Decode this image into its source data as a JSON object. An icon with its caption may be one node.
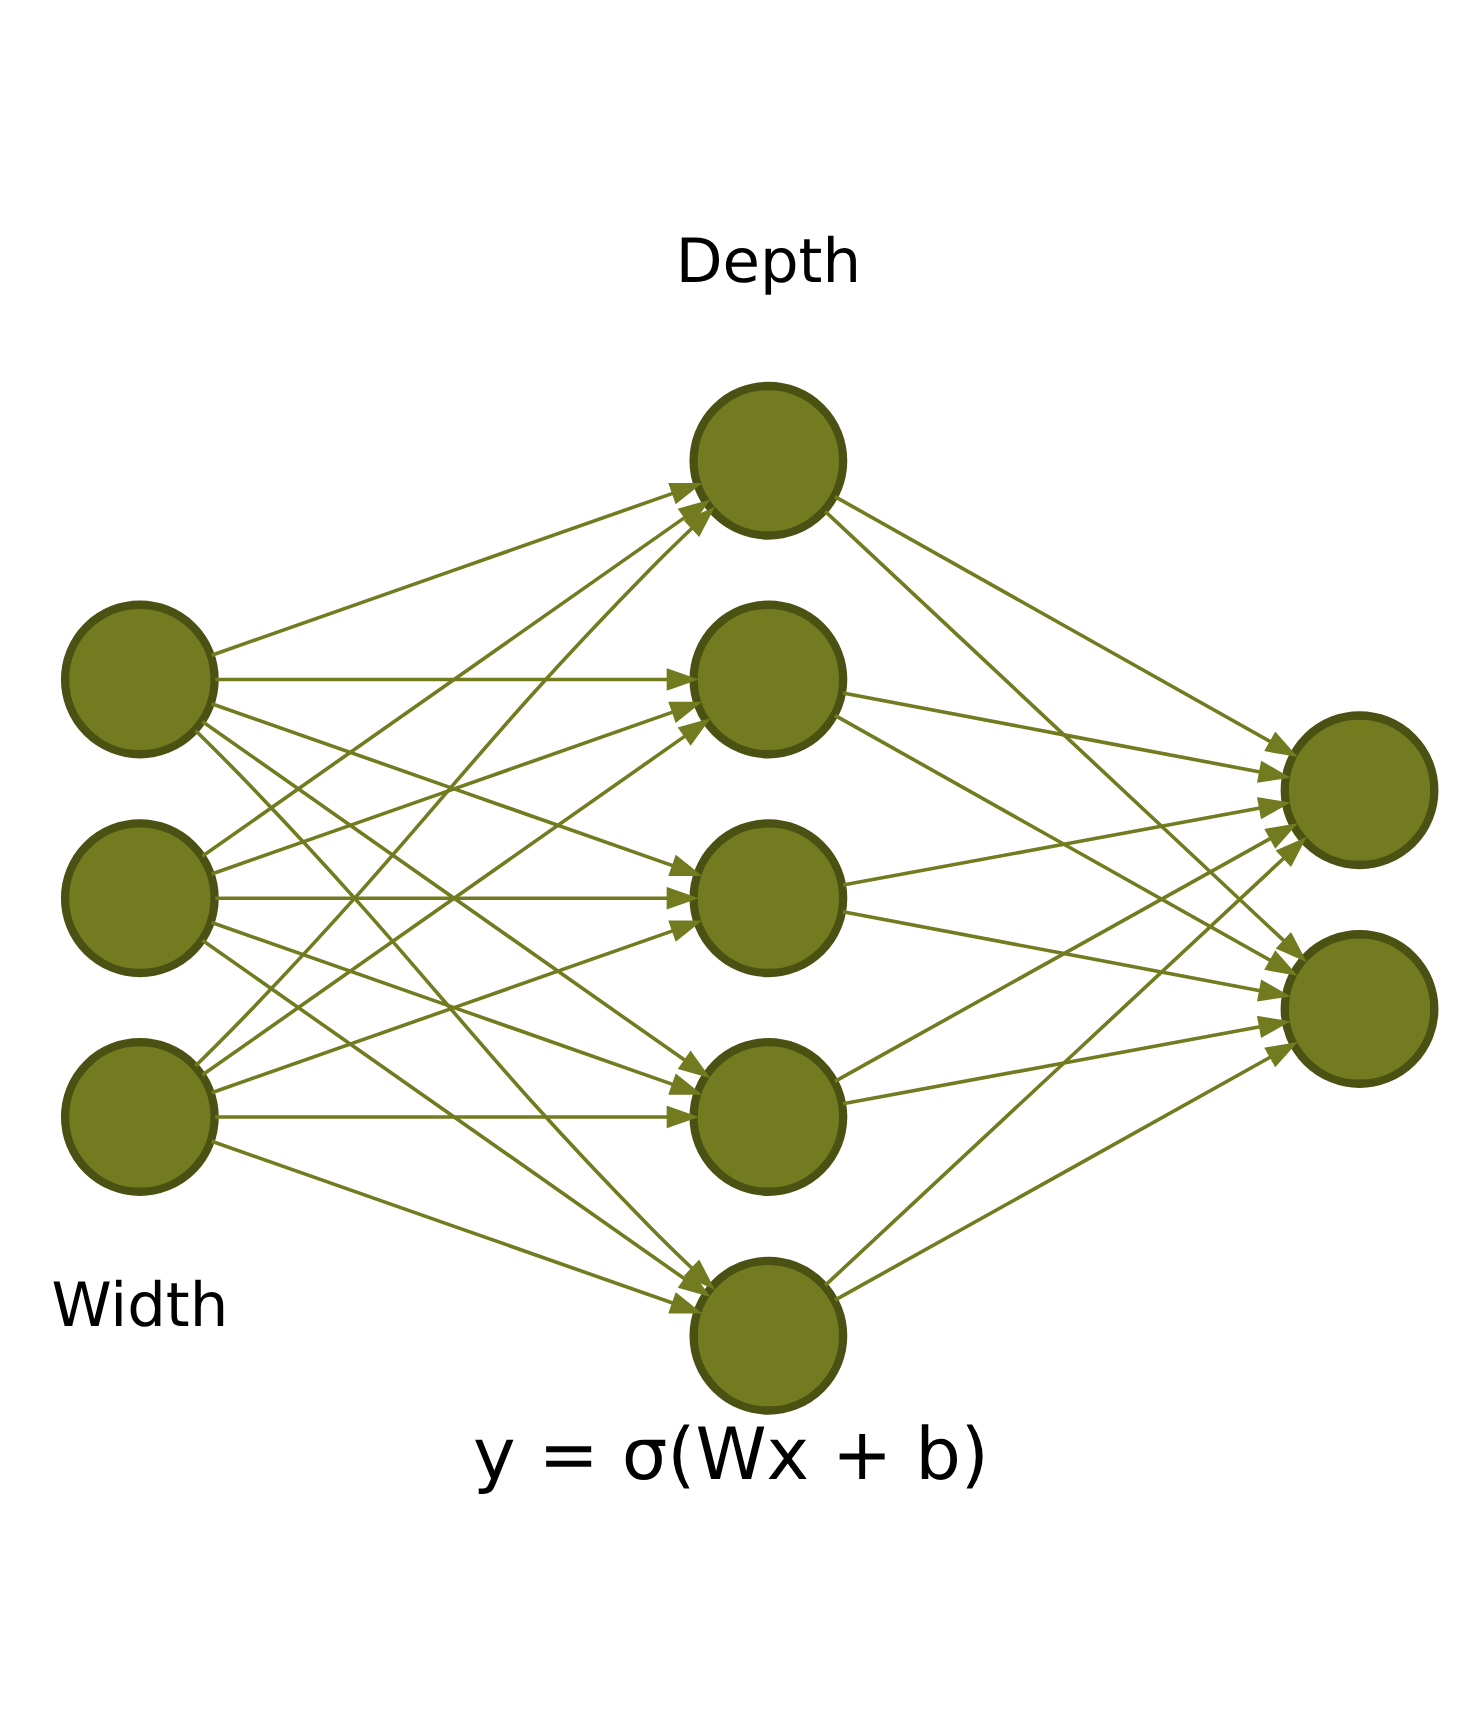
{
  "diagram": {
    "caption": "y = σ(Wx + b)",
    "nodes": [
      {
        "text": [],
        "shape": "circle"
      },
      {
        "text": [],
        "shape": "circle"
      },
      {
        "text": [],
        "shape": "circle"
      },
      {
        "text": [],
        "shape": "circle"
      },
      {
        "text": [],
        "shape": "circle"
      },
      {
        "text": [],
        "shape": "circle"
      },
      {
        "text": [],
        "shape": "circle"
      },
      {
        "text": [],
        "shape": "circle"
      },
      {
        "text": [],
        "shape": "circle"
      },
      {
        "text": [],
        "shape": "circle"
      }
    ],
    "edges": [
      {
        "from": 0,
        "to": 3,
        "arrow": "to"
      },
      {
        "from": 0,
        "to": 4,
        "arrow": "to"
      },
      {
        "from": 0,
        "to": 5,
        "arrow": "to"
      },
      {
        "from": 0,
        "to": 6,
        "arrow": "to"
      },
      {
        "from": 0,
        "to": 7,
        "arrow": "to"
      },
      {
        "from": 1,
        "to": 3,
        "arrow": "to"
      },
      {
        "from": 1,
        "to": 4,
        "arrow": "to"
      },
      {
        "from": 1,
        "to": 5,
        "arrow": "to"
      },
      {
        "from": 1,
        "to": 6,
        "arrow": "to"
      },
      {
        "from": 1,
        "to": 7,
        "arrow": "to"
      },
      {
        "from": 2,
        "to": 3,
        "arrow": "to"
      },
      {
        "from": 2,
        "to": 4,
        "arrow": "to"
      },
      {
        "from": 2,
        "to": 5,
        "arrow": "to"
      },
      {
        "from": 2,
        "to": 6,
        "arrow": "to"
      },
      {
        "from": 2,
        "to": 7,
        "arrow": "to"
      },
      {
        "from": 3,
        "to": 8,
        "arrow": "to"
      },
      {
        "from": 3,
        "to": 9,
        "arrow": "to"
      },
      {
        "from": 4,
        "to": 8,
        "arrow": "to"
      },
      {
        "from": 4,
        "to": 9,
        "arrow": "to"
      },
      {
        "from": 5,
        "to": 8,
        "arrow": "to"
      },
      {
        "from": 5,
        "to": 9,
        "arrow": "to"
      },
      {
        "from": 6,
        "to": 8,
        "arrow": "to"
      },
      {
        "from": 6,
        "to": 9,
        "arrow": "to"
      },
      {
        "from": 7,
        "to": 8,
        "arrow": "to"
      },
      {
        "from": 7,
        "to": 9,
        "arrow": "to"
      }
    ],
    "labels": [
      "Width",
      "Depth"
    ]
  }
}
